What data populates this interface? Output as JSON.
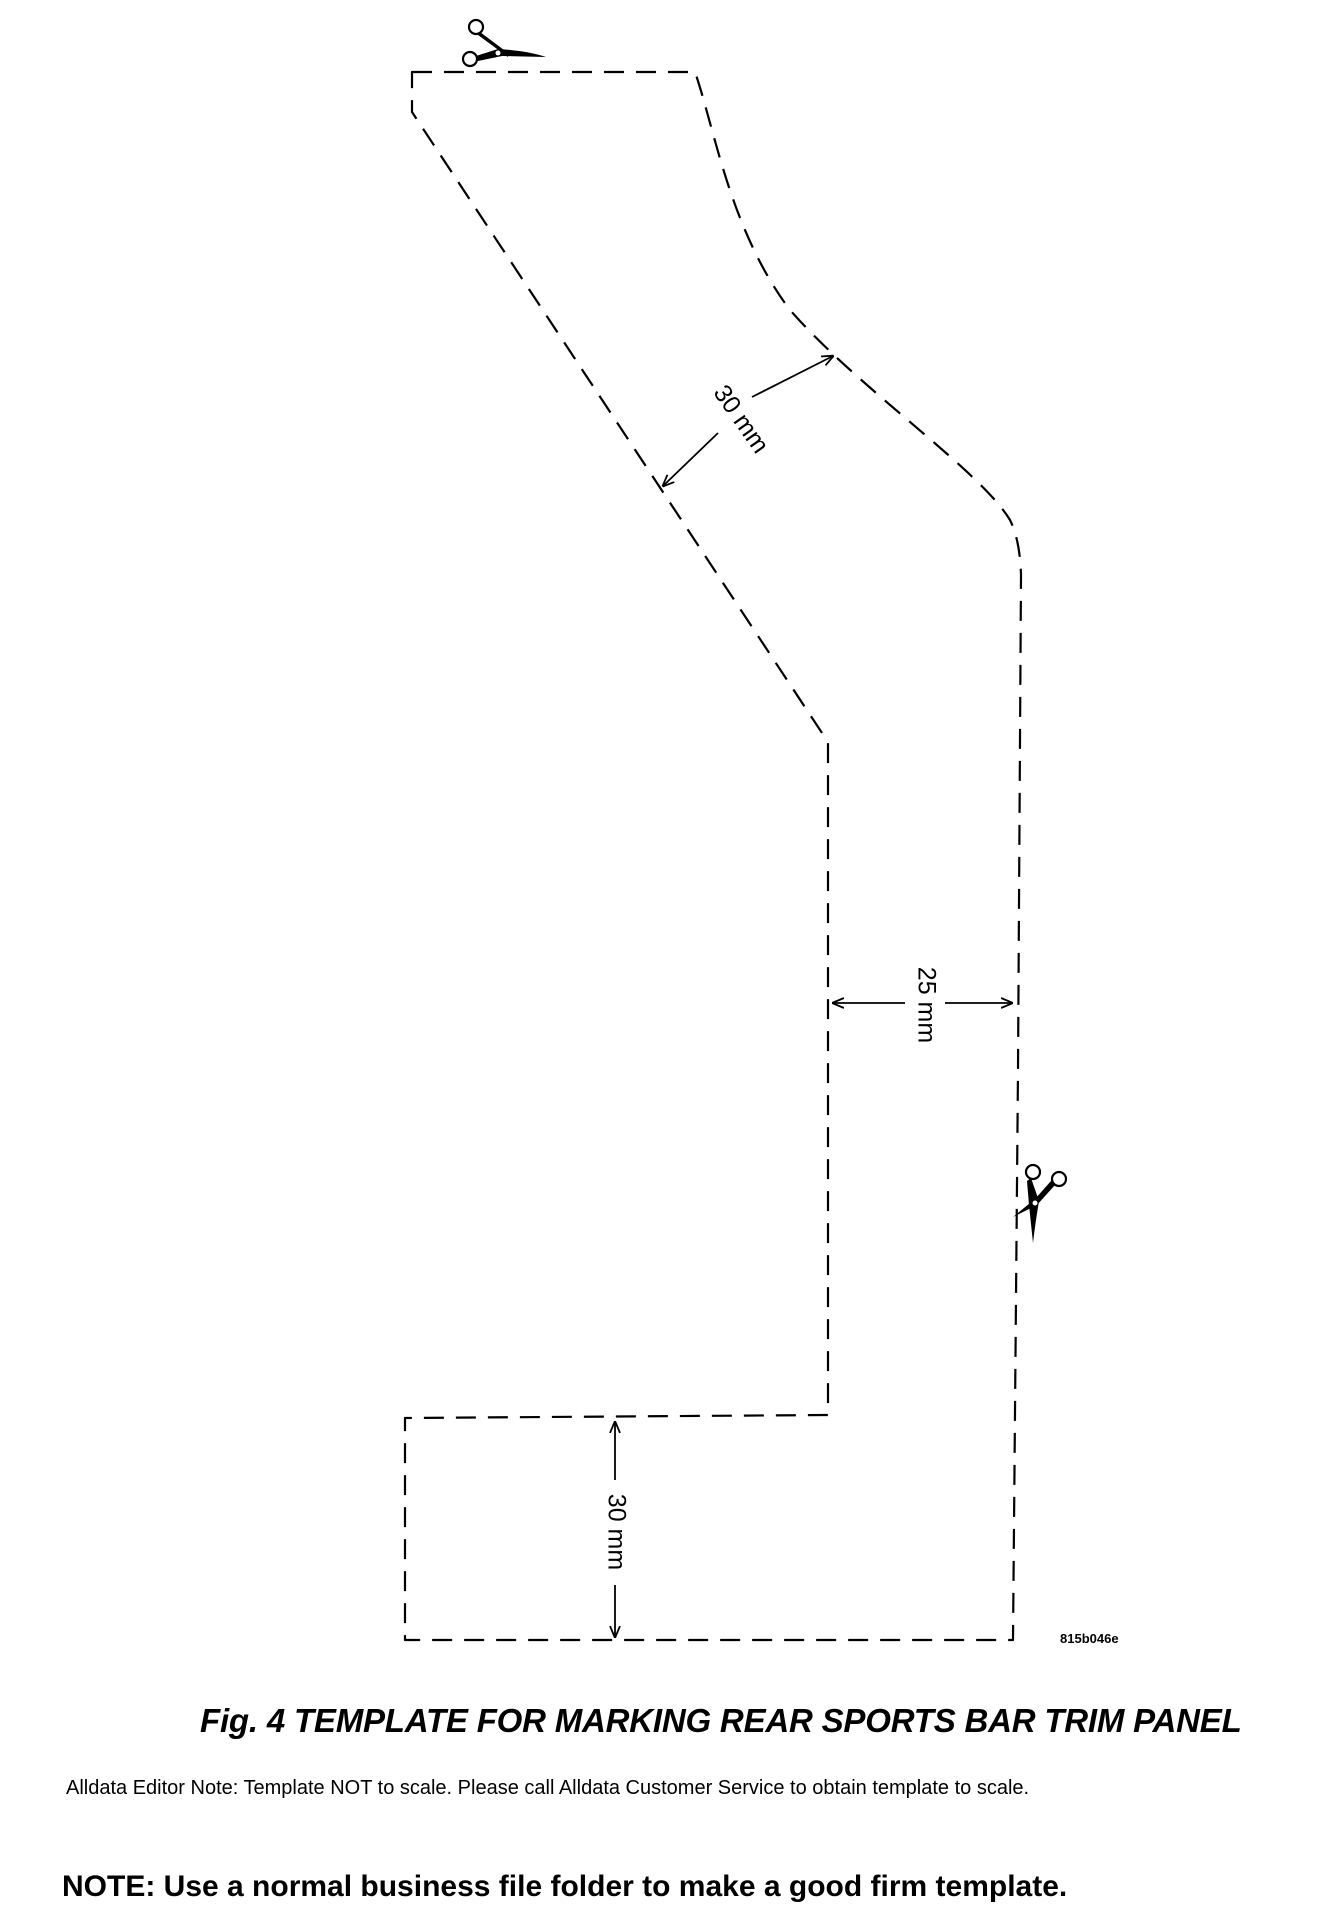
{
  "diagram": {
    "dimensions": {
      "diagonal_width": "30 mm",
      "vertical_width": "25 mm",
      "bottom_height": "30 mm"
    },
    "figure_code": "815b046e",
    "icons": [
      "scissors-icon",
      "scissors-icon"
    ]
  },
  "caption": "Fig. 4 TEMPLATE FOR MARKING REAR SPORTS BAR TRIM PANEL",
  "editor_note": "Alldata Editor Note: Template NOT to scale. Please call Alldata Customer Service to obtain template to scale.",
  "note": "NOTE: Use a normal business file folder to make a good firm template."
}
